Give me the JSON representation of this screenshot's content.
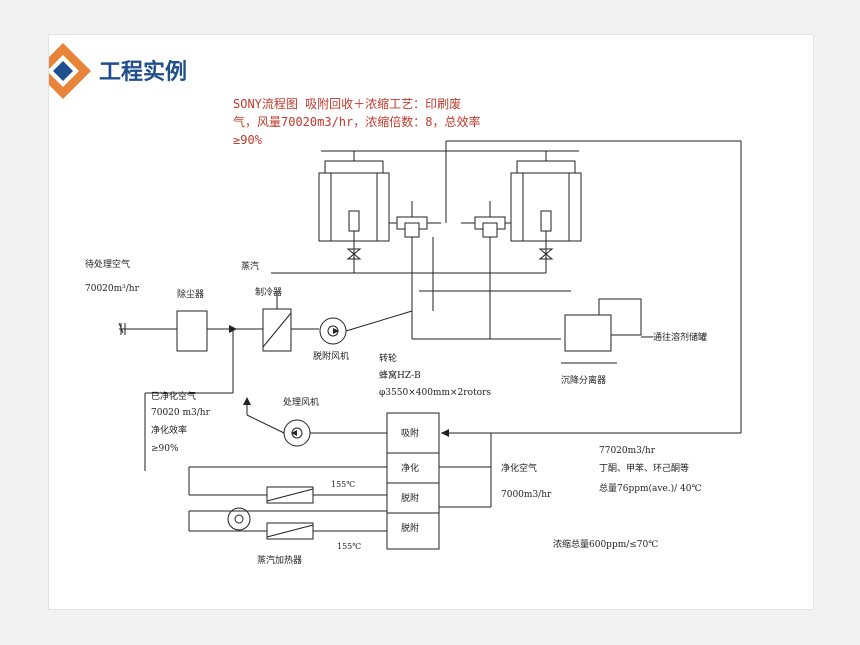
{
  "header": {
    "title": "工程实例"
  },
  "diagram_title": {
    "line1": "SONY流程图        吸附回收＋浓缩工艺：印刷废",
    "line2": "气，风量70020m3/hr，浓缩倍数：8，总效率",
    "line3": "≥90%"
  },
  "labels": {
    "untreated_air": "待处理空气",
    "untreated_flow": "70020m³/hr",
    "dust_collector": "除尘器",
    "steam": "蒸汽",
    "cooler": "制冷器",
    "desorb_fan": "脱附风机",
    "rotor": "转轮",
    "honeycomb": "蜂窝HZ-B",
    "rotor_spec": "φ3550×400mm×2rotors",
    "separator": "沉降分离器",
    "to_tank": "通往溶剂储罐",
    "clean_air": "已净化空气",
    "clean_flow": "70020 m3/hr",
    "efficiency_label": "净化效率",
    "efficiency_value": "≥90%",
    "process_fan": "处理风机",
    "adsorb": "吸附",
    "purify": "净化",
    "desorb1": "脱附",
    "desorb2": "脱附",
    "temp1": "155℃",
    "temp2": "155℃",
    "clean_air2": "净化空气",
    "flow_7000": "7000m3/hr",
    "steam_heater": "蒸汽加热器",
    "flow_77020": "77020m3/hr",
    "solvents": "丁酮、甲苯、环己酮等",
    "total_conc": "总量76ppm(ave.)/ 40℃",
    "conc_total": "浓缩总量600ppm/≤70℃"
  },
  "colors": {
    "title_red": "#c0392b",
    "header_blue": "#1f4e8c",
    "logo_orange": "#e8833a",
    "logo_blue": "#1f4e8c"
  }
}
